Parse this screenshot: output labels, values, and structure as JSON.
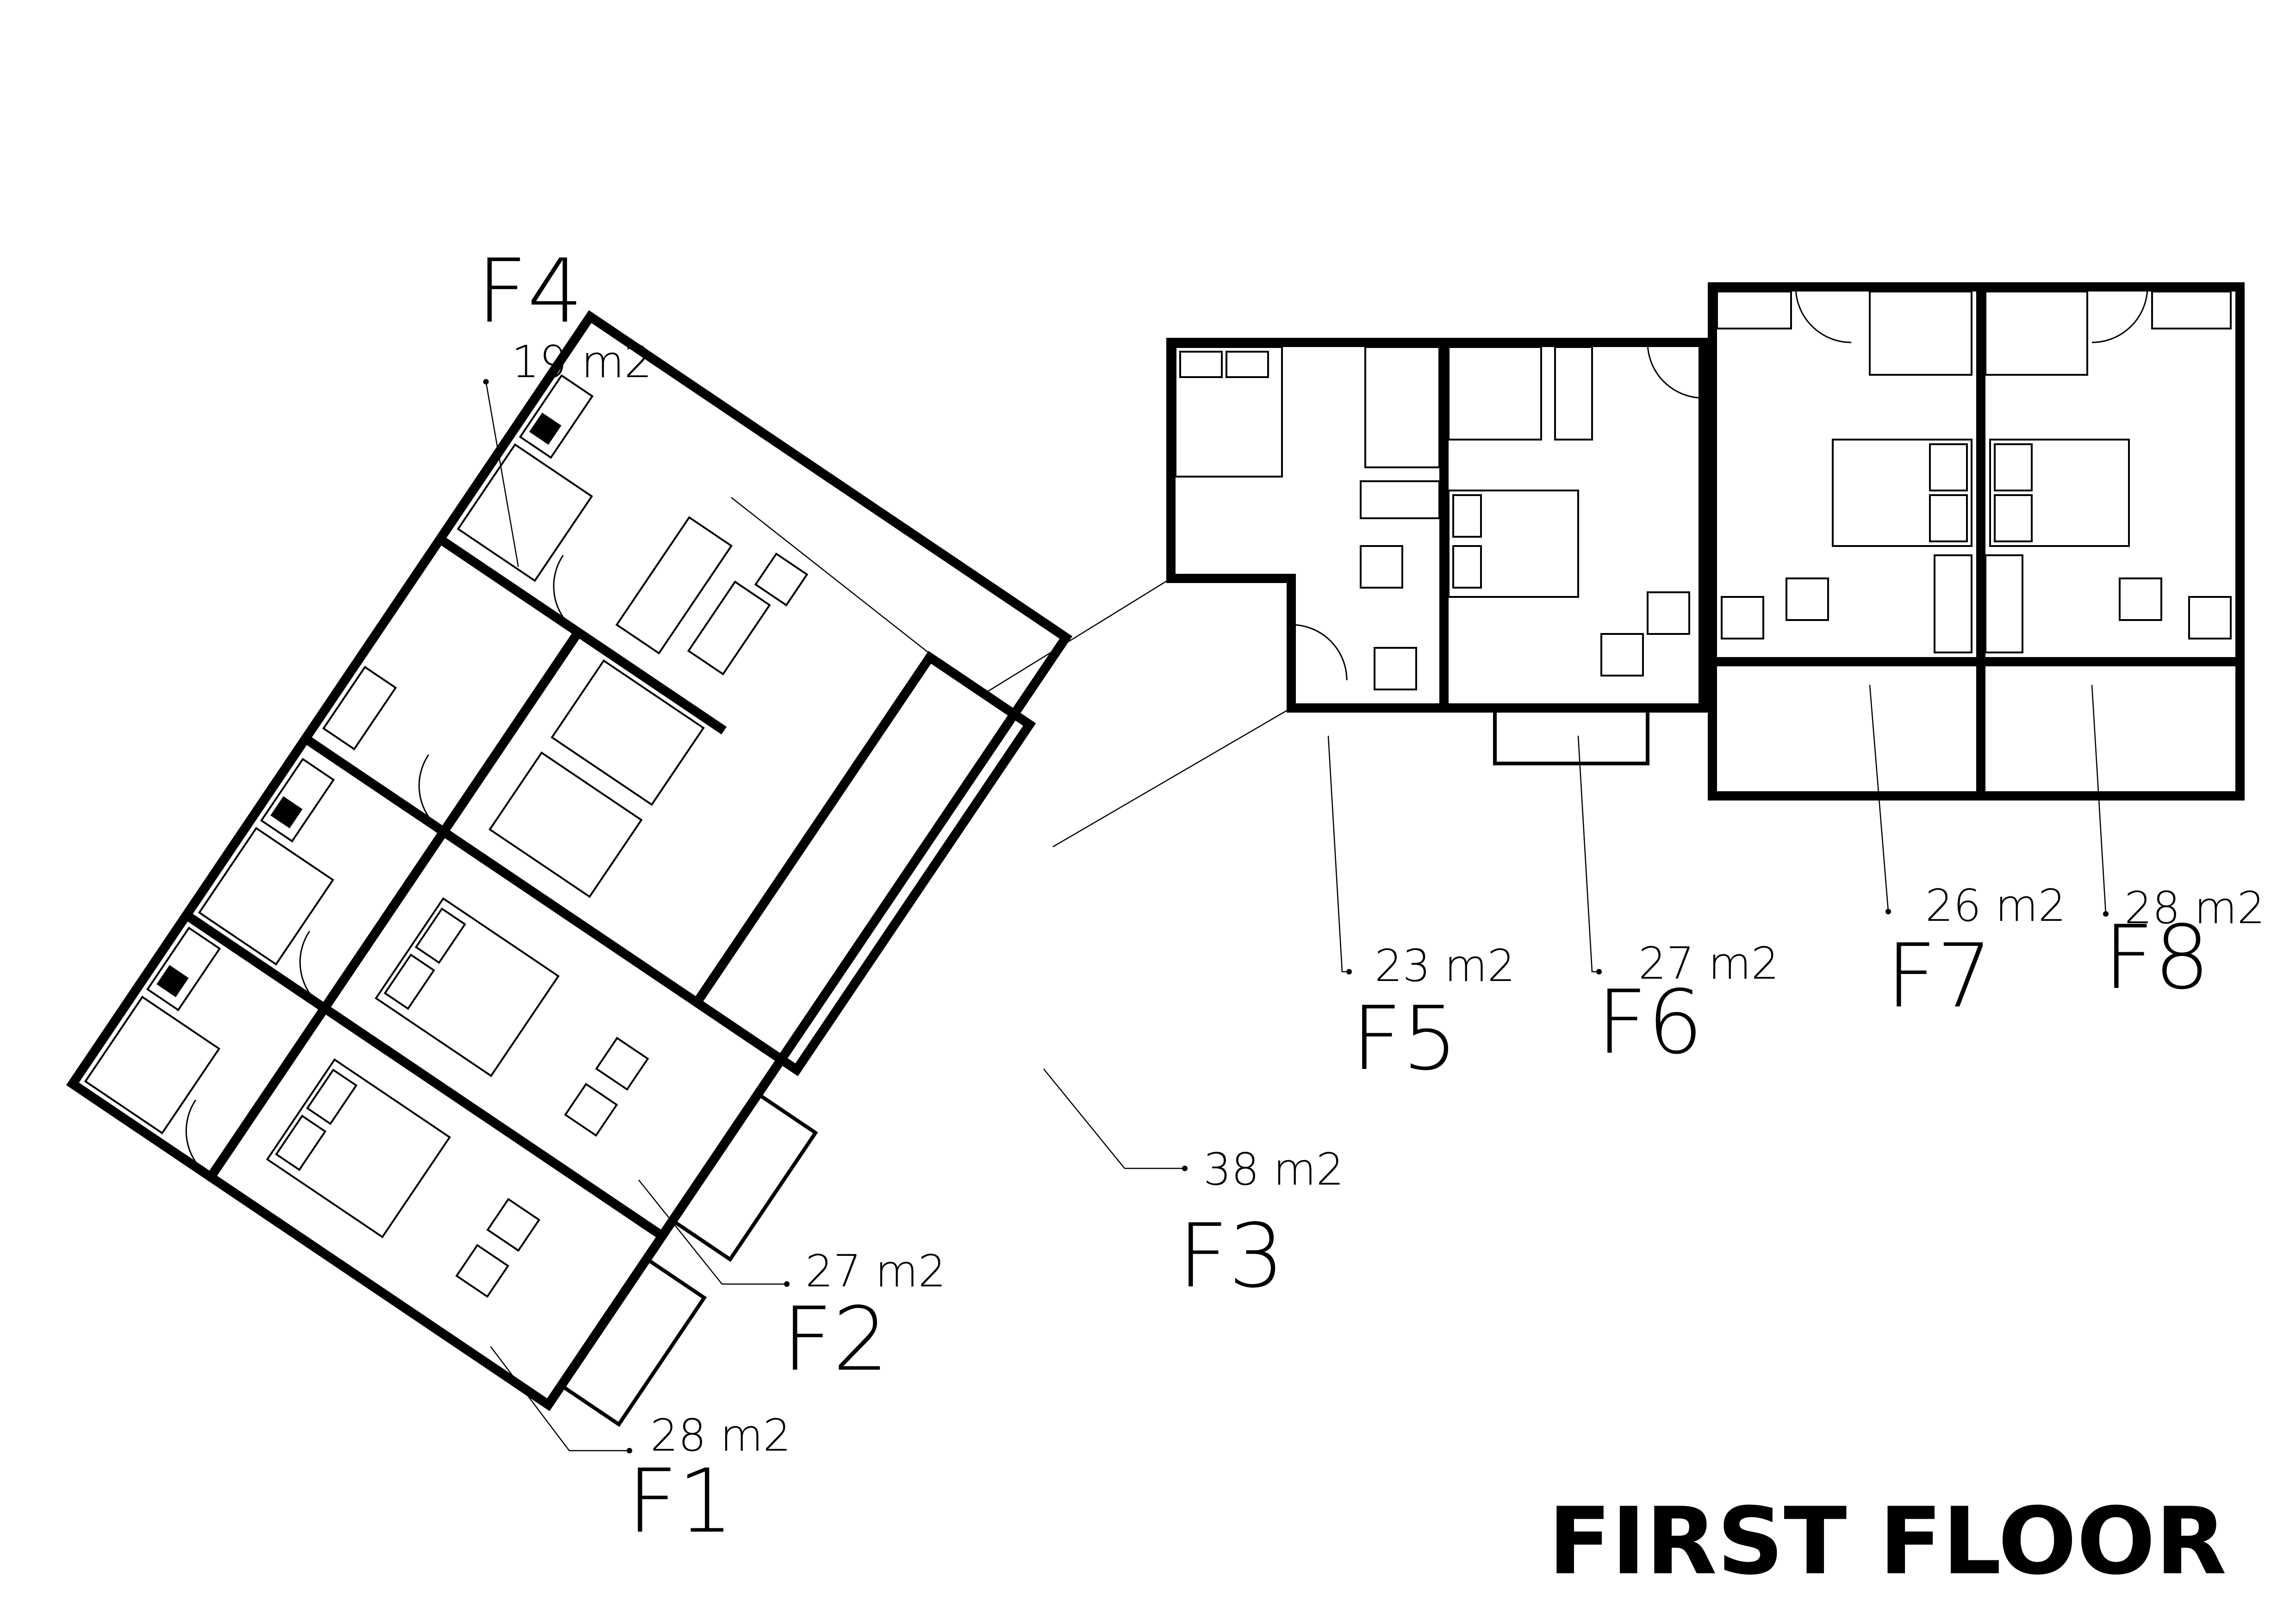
{
  "title": "FIRST FLOOR",
  "units": [
    {
      "id": "F1",
      "label": "F1",
      "area": "28 m2"
    },
    {
      "id": "F2",
      "label": "F2",
      "area": "27 m2"
    },
    {
      "id": "F3",
      "label": "F3",
      "area": "38 m2"
    },
    {
      "id": "F4",
      "label": "F4",
      "area": "19 m2"
    },
    {
      "id": "F5",
      "label": "F5",
      "area": "23 m2"
    },
    {
      "id": "F6",
      "label": "F6",
      "area": "27 m2"
    },
    {
      "id": "F7",
      "label": "F7",
      "area": "26 m2"
    },
    {
      "id": "F8",
      "label": "F8",
      "area": "28 m2"
    }
  ]
}
